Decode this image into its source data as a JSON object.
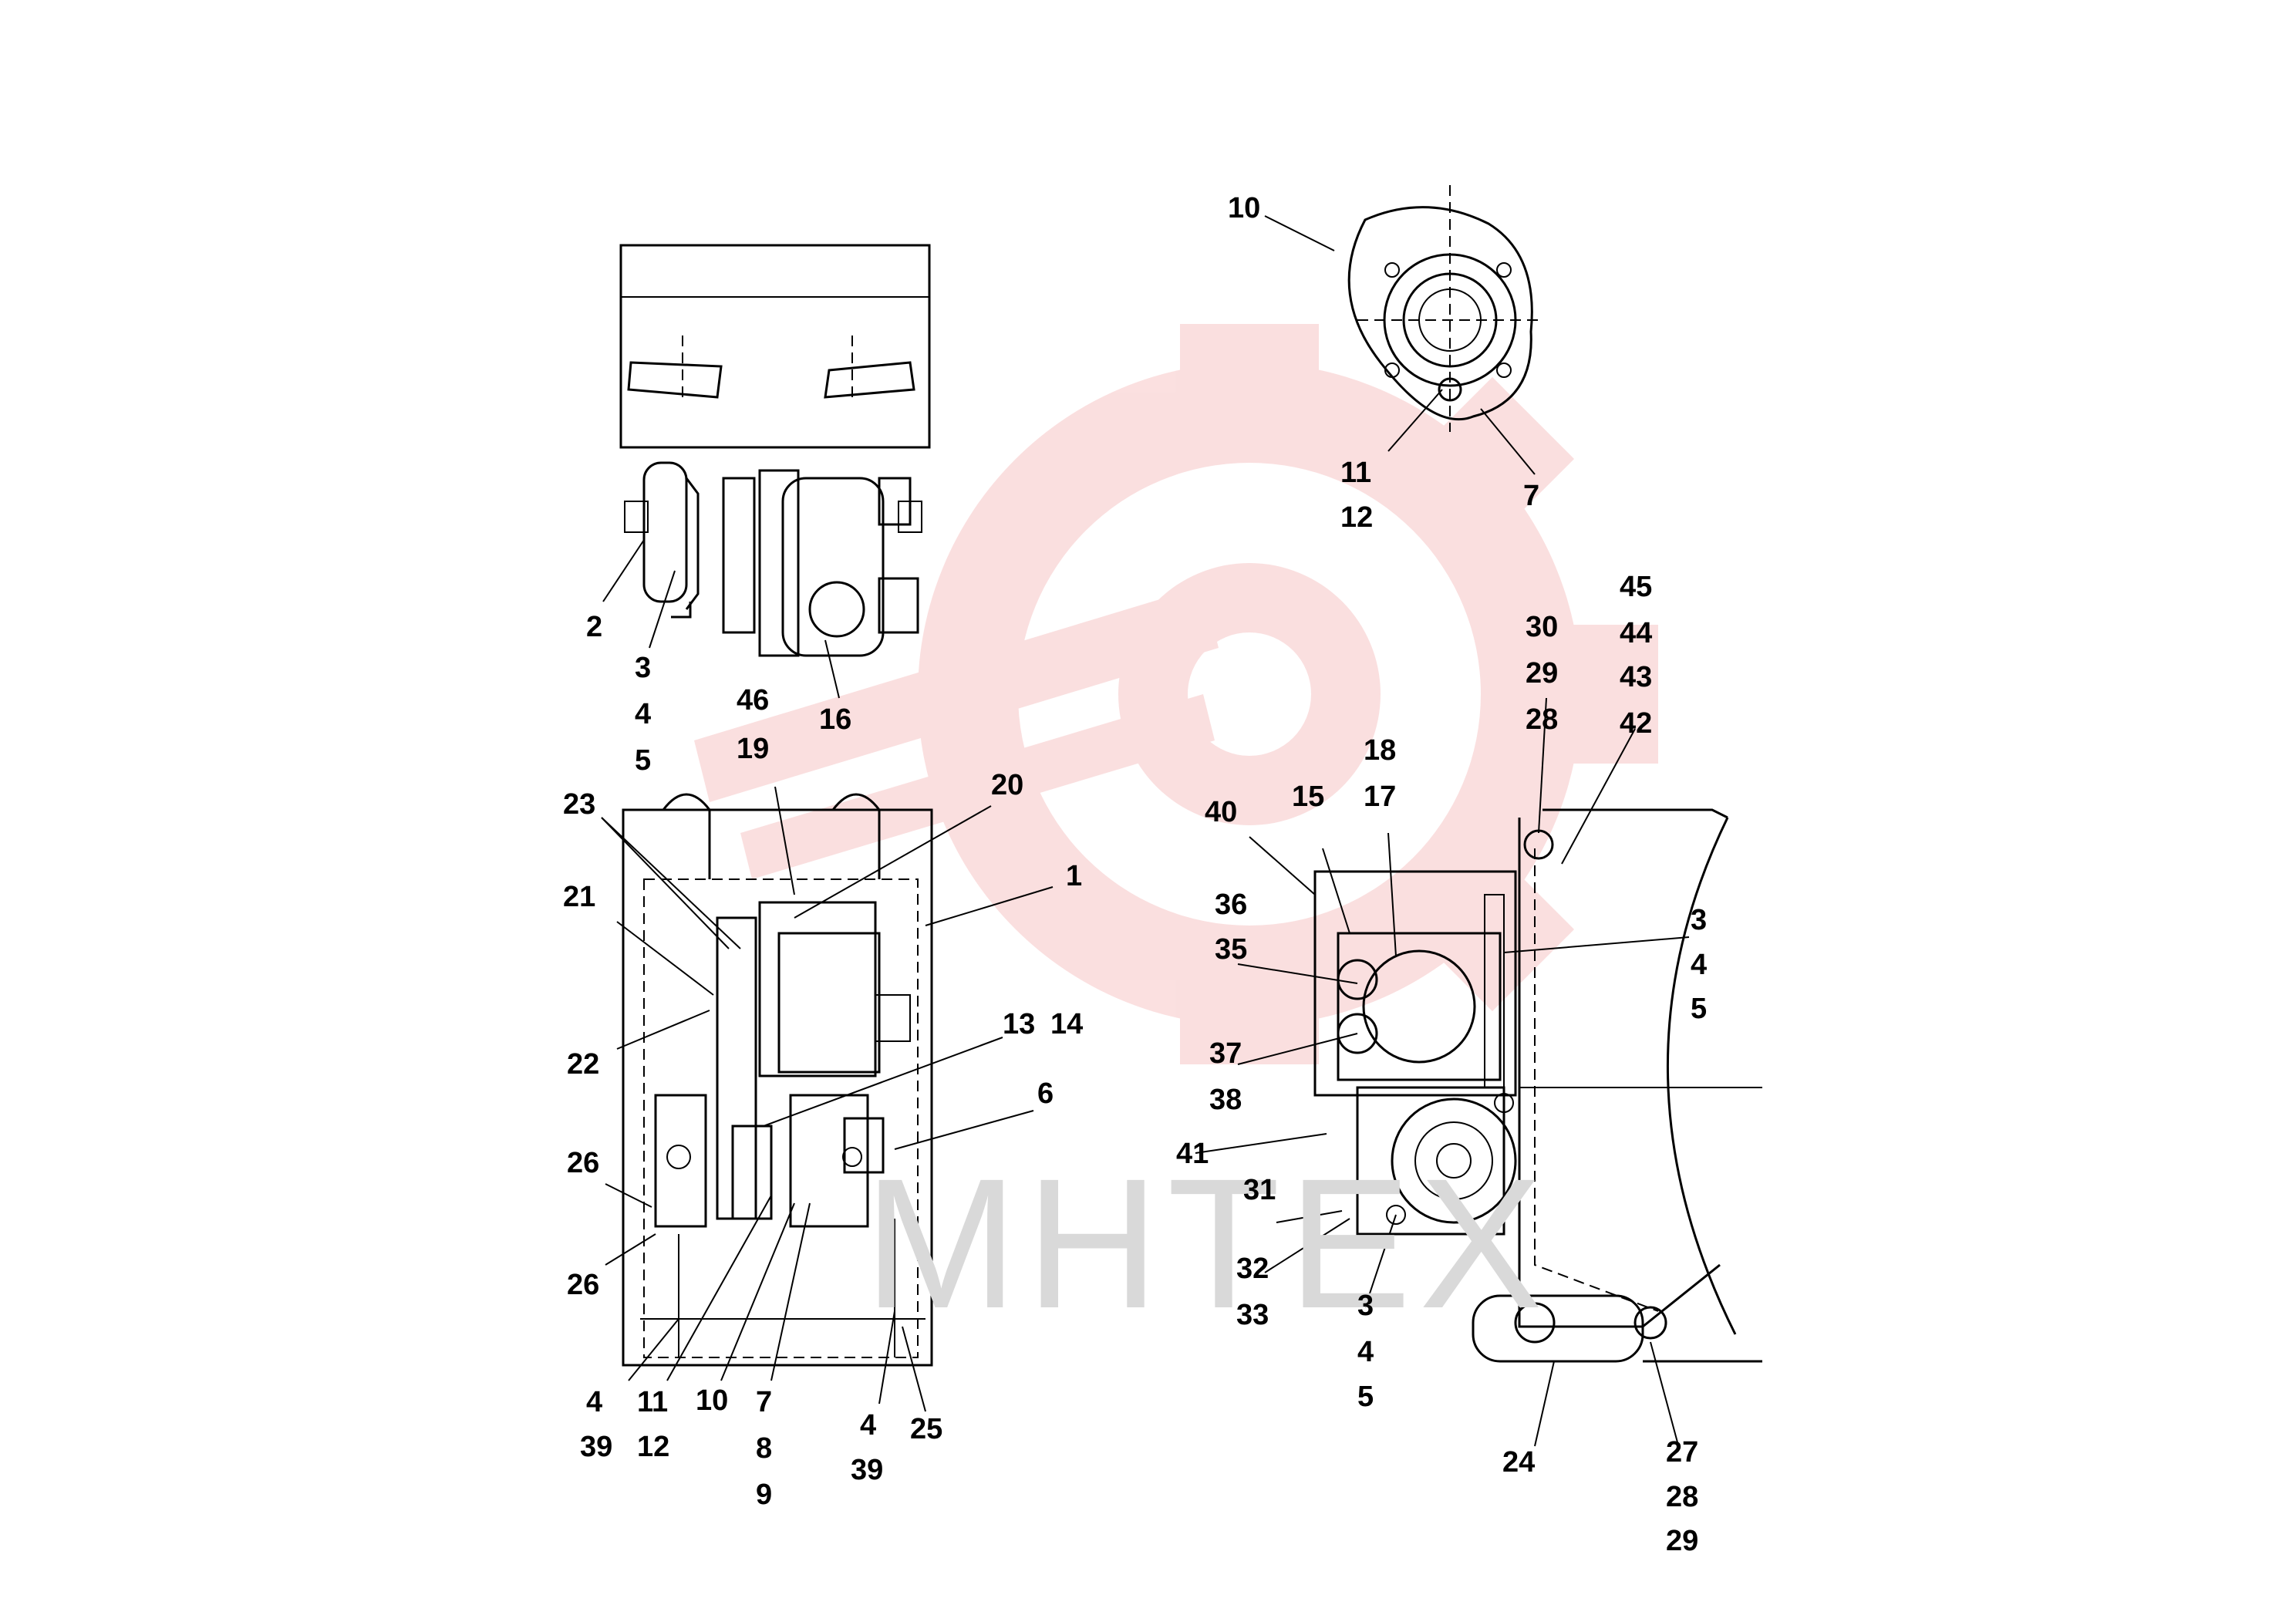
{
  "watermark": {
    "text": "МНТЕХ",
    "gear_color": "#f7c6c6",
    "text_color": "#d9d9d9"
  },
  "labels": [
    {
      "id": "l-10-top",
      "text": "10"
    },
    {
      "id": "l-11-top",
      "text": "11"
    },
    {
      "id": "l-12-top",
      "text": "12"
    },
    {
      "id": "l-7-top",
      "text": "7"
    },
    {
      "id": "l-2",
      "text": "2"
    },
    {
      "id": "l-3a",
      "text": "3"
    },
    {
      "id": "l-4a",
      "text": "4"
    },
    {
      "id": "l-5a",
      "text": "5"
    },
    {
      "id": "l-46",
      "text": "46"
    },
    {
      "id": "l-19",
      "text": "19"
    },
    {
      "id": "l-16",
      "text": "16"
    },
    {
      "id": "l-23",
      "text": "23"
    },
    {
      "id": "l-20",
      "text": "20"
    },
    {
      "id": "l-1",
      "text": "1"
    },
    {
      "id": "l-21",
      "text": "21"
    },
    {
      "id": "l-22",
      "text": "22"
    },
    {
      "id": "l-13",
      "text": "13"
    },
    {
      "id": "l-14",
      "text": "14"
    },
    {
      "id": "l-6",
      "text": "6"
    },
    {
      "id": "l-26a",
      "text": "26"
    },
    {
      "id": "l-26b",
      "text": "26"
    },
    {
      "id": "l-4b",
      "text": "4"
    },
    {
      "id": "l-39a",
      "text": "39"
    },
    {
      "id": "l-11b",
      "text": "11"
    },
    {
      "id": "l-12b",
      "text": "12"
    },
    {
      "id": "l-10b",
      "text": "10"
    },
    {
      "id": "l-7b",
      "text": "7"
    },
    {
      "id": "l-8",
      "text": "8"
    },
    {
      "id": "l-9",
      "text": "9"
    },
    {
      "id": "l-4c",
      "text": "4"
    },
    {
      "id": "l-39b",
      "text": "39"
    },
    {
      "id": "l-25",
      "text": "25"
    },
    {
      "id": "l-45",
      "text": "45"
    },
    {
      "id": "l-44",
      "text": "44"
    },
    {
      "id": "l-43",
      "text": "43"
    },
    {
      "id": "l-42",
      "text": "42"
    },
    {
      "id": "l-30",
      "text": "30"
    },
    {
      "id": "l-29a",
      "text": "29"
    },
    {
      "id": "l-28a",
      "text": "28"
    },
    {
      "id": "l-18",
      "text": "18"
    },
    {
      "id": "l-17",
      "text": "17"
    },
    {
      "id": "l-15",
      "text": "15"
    },
    {
      "id": "l-40",
      "text": "40"
    },
    {
      "id": "l-36",
      "text": "36"
    },
    {
      "id": "l-35",
      "text": "35"
    },
    {
      "id": "l-37",
      "text": "37"
    },
    {
      "id": "l-38",
      "text": "38"
    },
    {
      "id": "l-3b",
      "text": "3"
    },
    {
      "id": "l-4d",
      "text": "4"
    },
    {
      "id": "l-5b",
      "text": "5"
    },
    {
      "id": "l-41",
      "text": "41"
    },
    {
      "id": "l-31",
      "text": "31"
    },
    {
      "id": "l-32",
      "text": "32"
    },
    {
      "id": "l-33",
      "text": "33"
    },
    {
      "id": "l-3c",
      "text": "3"
    },
    {
      "id": "l-4e",
      "text": "4"
    },
    {
      "id": "l-5c",
      "text": "5"
    },
    {
      "id": "l-24",
      "text": "24"
    },
    {
      "id": "l-27",
      "text": "27"
    },
    {
      "id": "l-28b",
      "text": "28"
    },
    {
      "id": "l-29b",
      "text": "29"
    }
  ]
}
